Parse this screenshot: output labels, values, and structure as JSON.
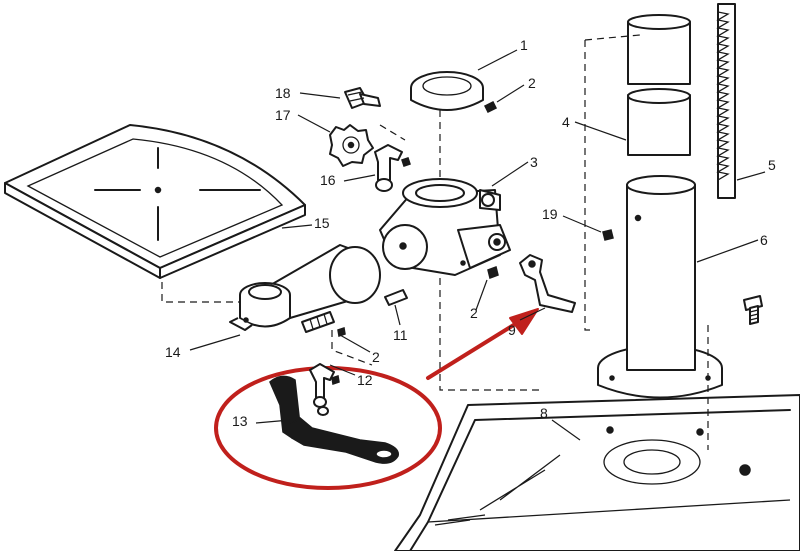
{
  "callouts": [
    {
      "id": "c1",
      "text": "1"
    },
    {
      "id": "c2a",
      "text": "2"
    },
    {
      "id": "c3",
      "text": "3"
    },
    {
      "id": "c4",
      "text": "4"
    },
    {
      "id": "c5",
      "text": "5"
    },
    {
      "id": "c6",
      "text": "6"
    },
    {
      "id": "c8",
      "text": "8"
    },
    {
      "id": "c9",
      "text": "9"
    },
    {
      "id": "c11",
      "text": "11"
    },
    {
      "id": "c2b",
      "text": "2"
    },
    {
      "id": "c2c",
      "text": "2"
    },
    {
      "id": "c12",
      "text": "12"
    },
    {
      "id": "c13",
      "text": "13"
    },
    {
      "id": "c14",
      "text": "14"
    },
    {
      "id": "c15",
      "text": "15"
    },
    {
      "id": "c16",
      "text": "16"
    },
    {
      "id": "c17",
      "text": "17"
    },
    {
      "id": "c18",
      "text": "18"
    },
    {
      "id": "c19",
      "text": "19"
    }
  ],
  "colors": {
    "ink": "#1a1a1a",
    "highlight": "#c0201c",
    "background": "#ffffff"
  }
}
